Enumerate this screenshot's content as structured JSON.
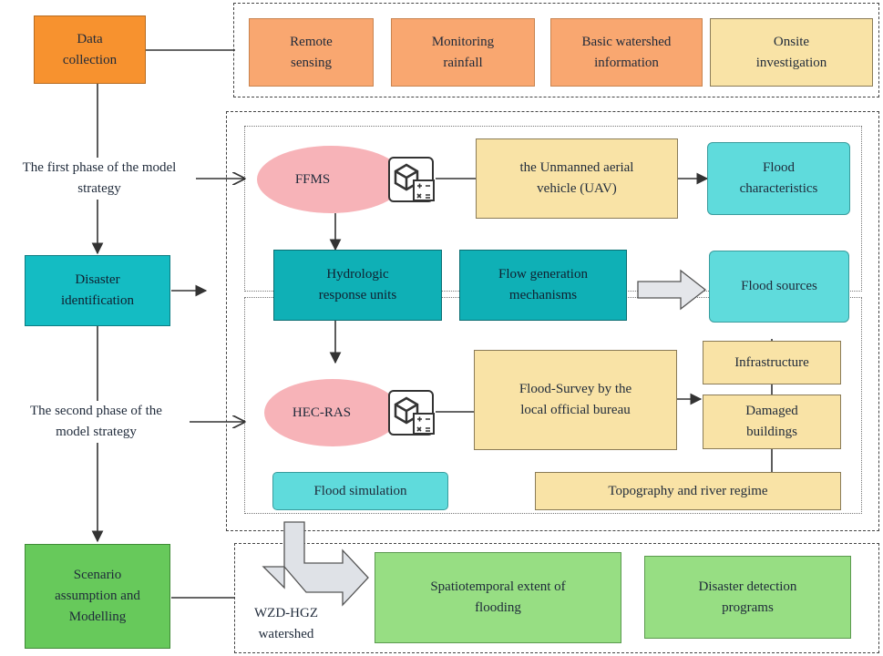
{
  "data_collection": "Data\ncollection",
  "sources": [
    "Remote\nsensing",
    "Monitoring\nrainfall",
    "Basic watershed\ninformation",
    "Onsite\ninvestigation"
  ],
  "phase1_label": "The first phase of the model\nstrategy",
  "phase2_label": "The second phase of the\nmodel strategy",
  "ffms": "FFMS",
  "uav": "the Unmanned aerial\nvehicle (UAV)",
  "flood_characteristics": "Flood\ncharacteristics",
  "disaster_identification": "Disaster\nidentification",
  "hydrologic": "Hydrologic\nresponse units",
  "flow_generation": "Flow generation\nmechanisms",
  "flood_sources": "Flood sources",
  "hecras": "HEC-RAS",
  "flood_survey": "Flood-Survey by the\nlocal official bureau",
  "infrastructure": "Infrastructure",
  "damaged_buildings": "Damaged\nbuildings",
  "flood_simulation": "Flood  simulation",
  "topography": "Topography and river regime",
  "scenario": "Scenario\nassumption and\nModelling",
  "watershed": "WZD-HGZ\nwatershed",
  "spatiotemporal": "Spatiotemporal extent of\nflooding",
  "disaster_detection": "Disaster detection\nprograms"
}
